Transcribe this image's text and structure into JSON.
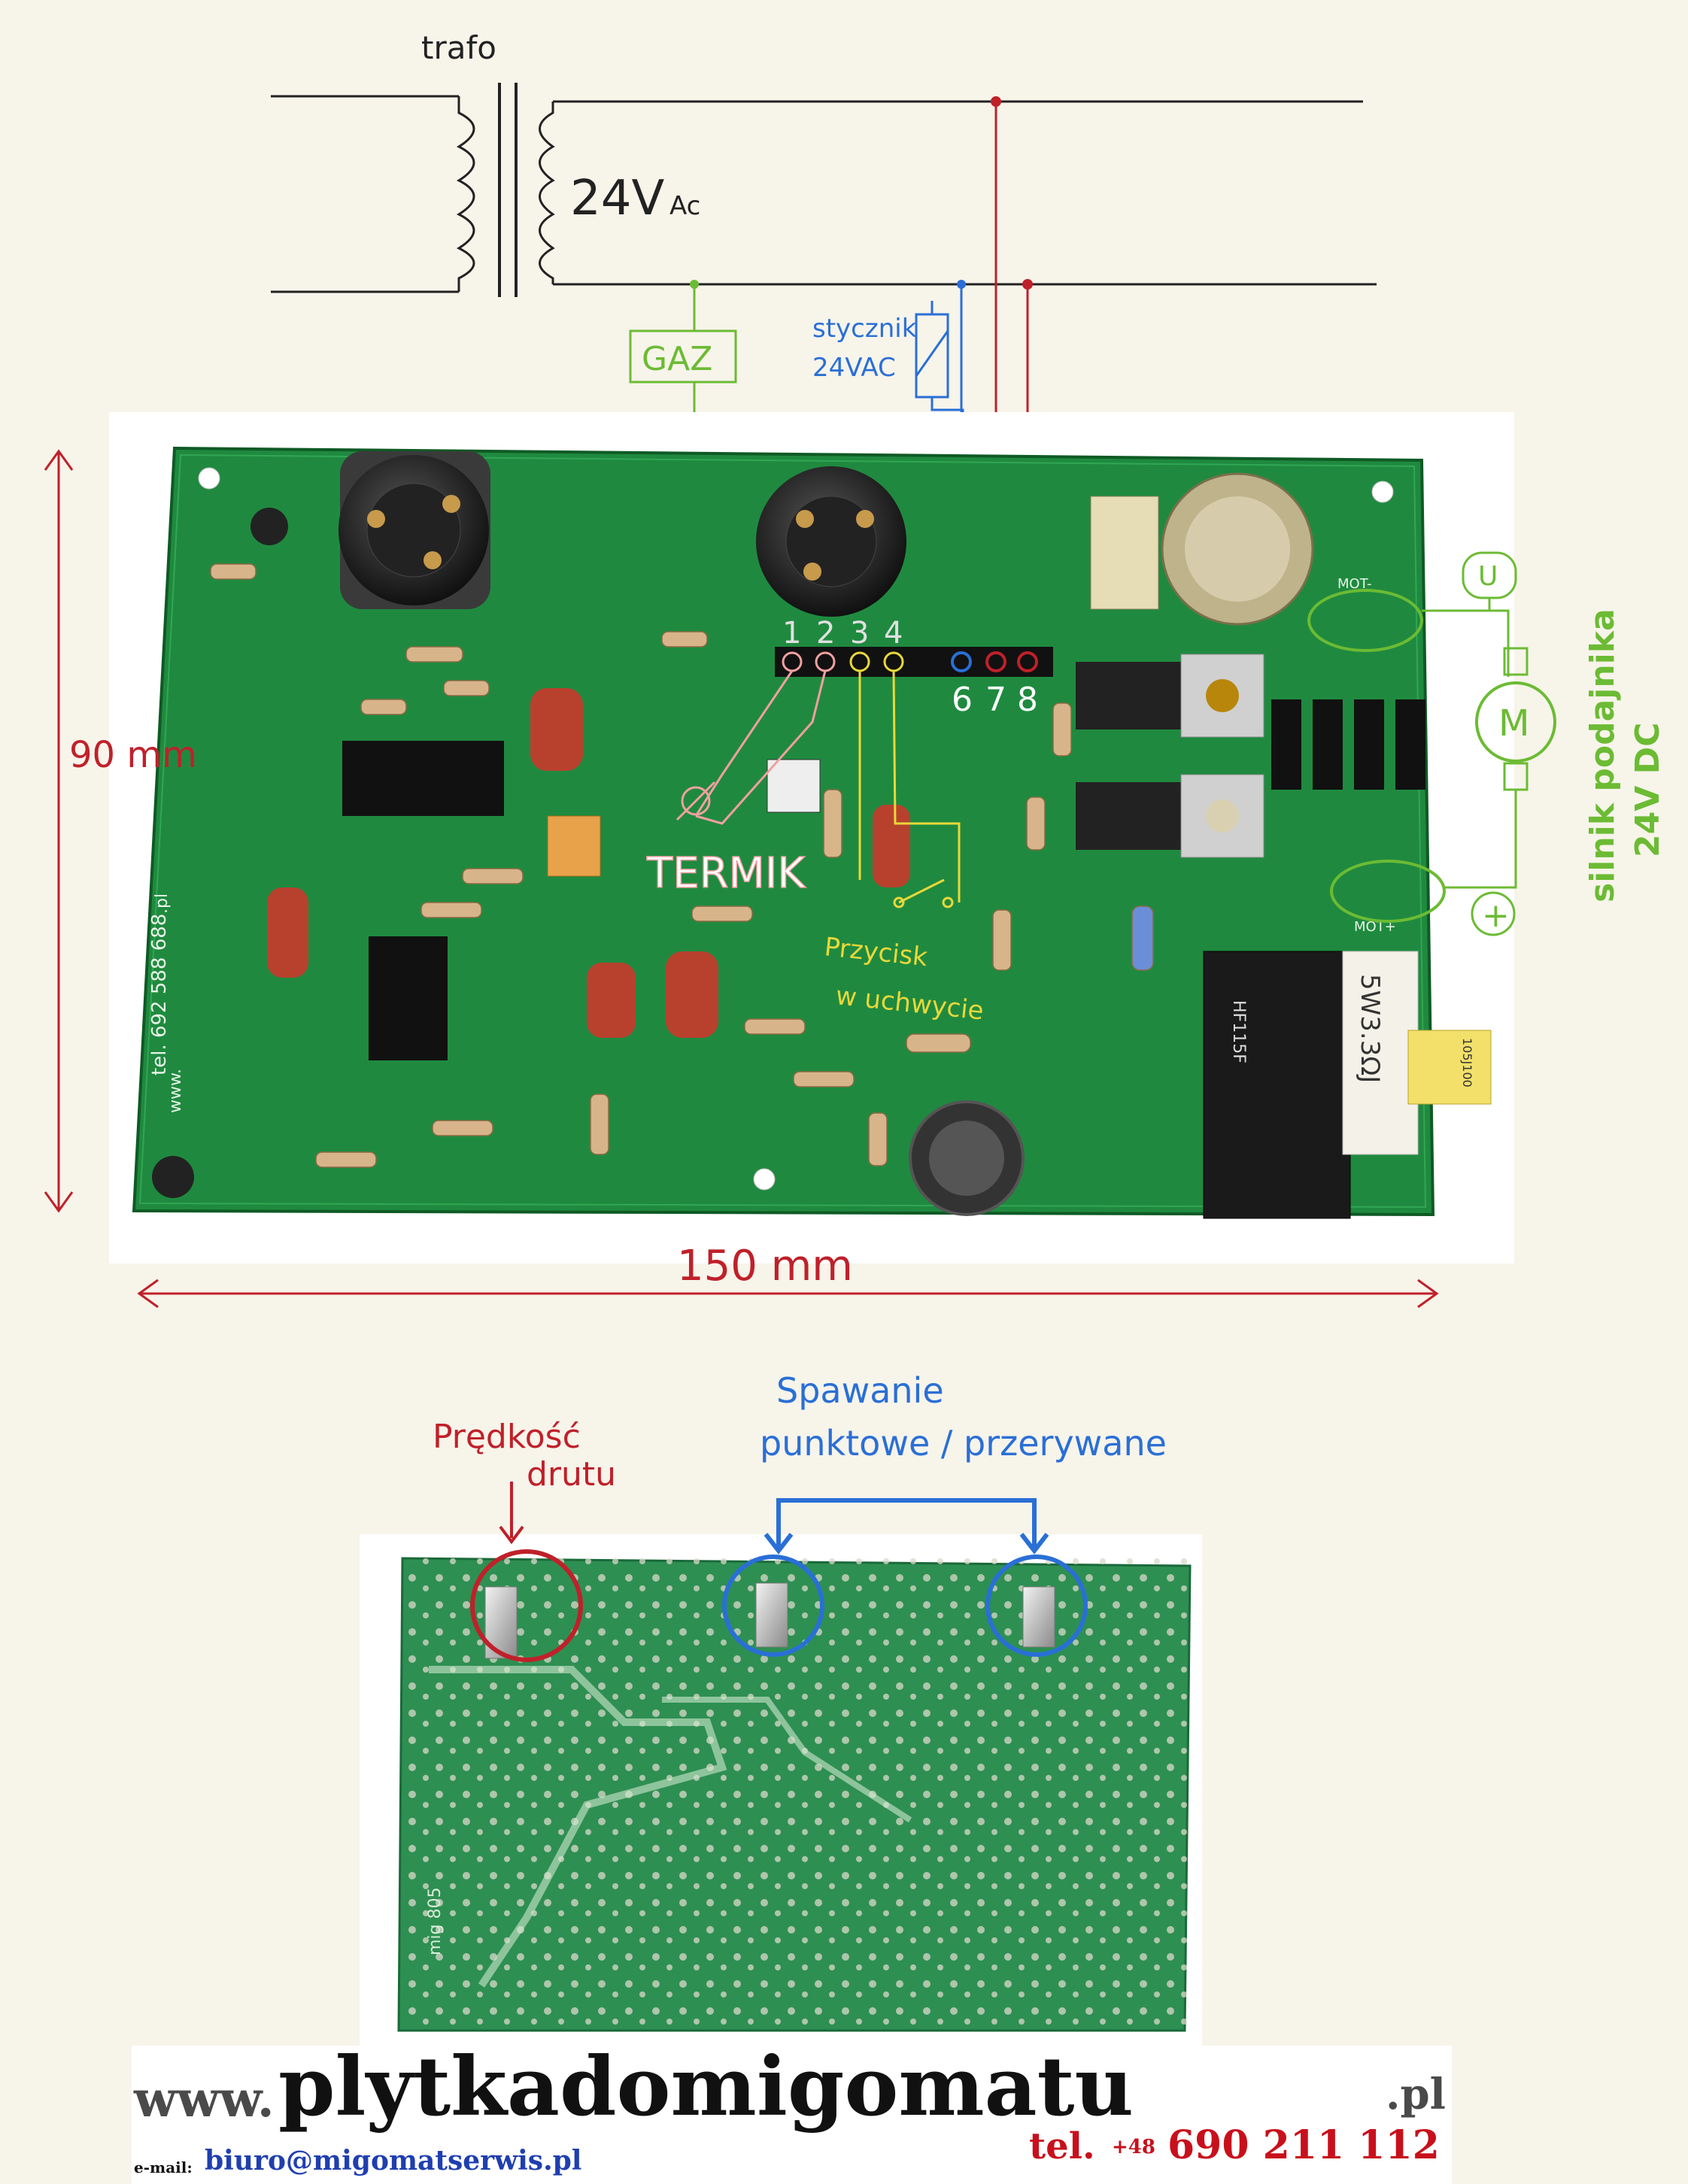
{
  "schematic": {
    "transformer_label": "trafo",
    "secondary_voltage_main": "24V",
    "secondary_voltage_suffix": "Ac",
    "gas_valve_label": "GAZ",
    "contactor_label_line1": "stycznik",
    "contactor_label_line2": "24VAC"
  },
  "board_top": {
    "pin_labels_top": [
      "1",
      "2",
      "3",
      "4"
    ],
    "pin_labels_bottom": [
      "6",
      "7",
      "8"
    ],
    "thermal_label": "TERMIK",
    "switch_label_line1": "Przycisk",
    "switch_label_line2": "w uchwycie",
    "motor_label_line1": "silnik podajnika",
    "motor_label_line2": "24V DC",
    "motor_symbol": "M",
    "fuse_symbol": "U",
    "plus_symbol": "+",
    "height_label": "90 mm",
    "width_label": "150 mm",
    "silk_phone": "tel. 692 588 688",
    "silk_www": "www.",
    "silk_pl": ".pl",
    "silk_mot_minus": "MOT-",
    "silk_mot_plus": "MOT+",
    "relay_marking": "HF115F",
    "resistor_marking": "5W3.3ΩJ",
    "capacitor_marking": "105J100"
  },
  "board_bottom": {
    "speed_label_line1": "Prędkość",
    "speed_label_line2": "drutu",
    "spot_label_line1": "Spawanie",
    "spot_label_line2": "punktowe / przerywane",
    "silk_model": "mig 805"
  },
  "footer": {
    "www_prefix": "www.",
    "domain": "plytkadomigomatu",
    "tld": ".pl",
    "email_label": "e-mail:",
    "email": "biuro@migomatserwis.pl",
    "tel_label": "tel.",
    "tel_country": "+48",
    "tel_number": "690 211 112"
  },
  "colors": {
    "red_annotation": "#c0202a",
    "blue_annotation": "#2a6fd6",
    "green_annotation": "#6cbb34",
    "yellow_annotation": "#e8d83a",
    "pink_annotation": "#f0a0a0",
    "pcb_green": "#1f8a3f",
    "footer_red": "#c8101c",
    "footer_black": "#111111"
  }
}
